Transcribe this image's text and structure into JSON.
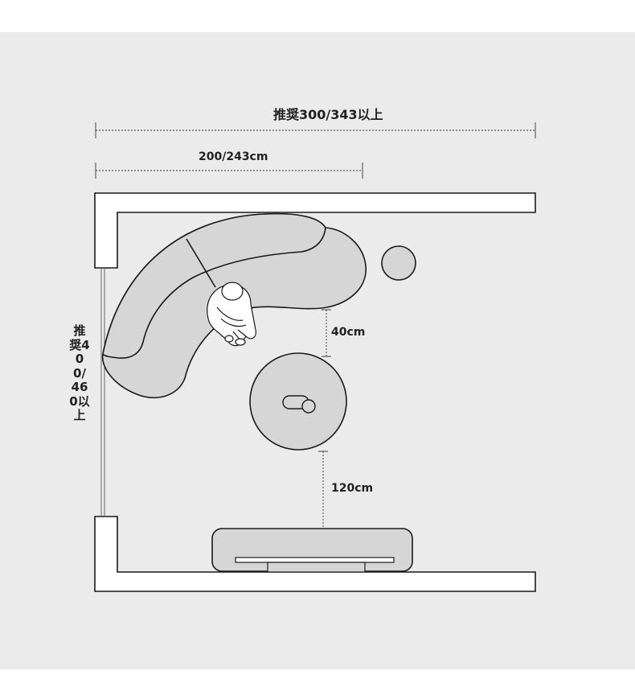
{
  "colors": {
    "page": "#ffffff",
    "canvas": "#ebebeb",
    "wall_fill": "#ffffff",
    "wall_stroke": "#1a1a1a",
    "furniture_fill": "#d6d6d6",
    "furniture_stroke": "#1a1a1a",
    "text": "#222222",
    "dim_line": "#333333"
  },
  "labels": {
    "total_width": "推奨300/343以上",
    "sofa_width": "200/243cm",
    "sofa_table_gap": "40cm",
    "table_tv_gap": "120cm",
    "room_depth": "推奨400/460以上"
  }
}
